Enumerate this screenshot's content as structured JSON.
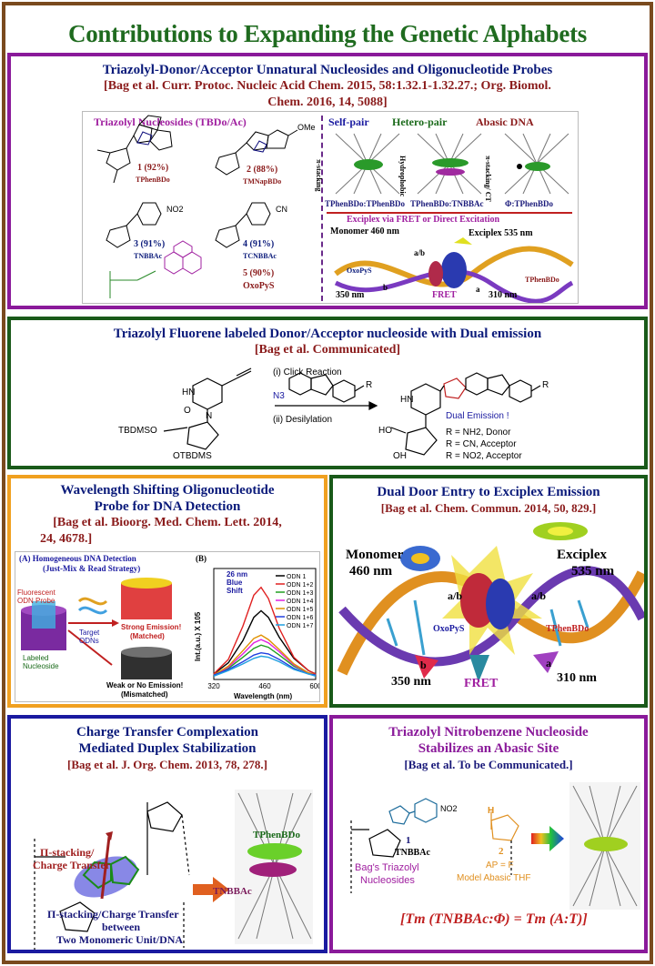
{
  "title": "Contributions to Expanding the Genetic Alphabets",
  "colors": {
    "frame": "#7a4a1e",
    "purple": "#8a1a9a",
    "green": "#1a5a1a",
    "orange": "#f0a020",
    "blue": "#1a1aa0",
    "title": "#1f6b1f"
  },
  "p1": {
    "heading": "Triazolyl-Donor/Acceptor Unnatural Nucleosides and Oligonucleotide Probes",
    "ref1": "[Bag et al. Curr. Protoc. Nucleic Acid Chem. 2015, 58:1.32.1-1.32.27.; Org. Biomol.",
    "ref2": "Chem. 2016, 14, 5088]",
    "left_title": "Triazolyl Nucleosides (TBDo/Ac)",
    "c1": "1 (92%)",
    "c1n": "TPhenBDo",
    "c2": "2 (88%)",
    "c2n": "TMNapBDo",
    "c3": "3 (91%)",
    "c3n": "TNBBAc",
    "c4": "4 (91%)",
    "c4n": "TCNBBAc",
    "c5": "5 (90%)",
    "c5n": "OxoPyS",
    "ome": "OMe",
    "no2": "NO2",
    "cn": "CN",
    "self_pair": "Self-pair",
    "hetero_pair": "Hetero-pair",
    "abasic": "Abasic DNA",
    "pi_stacking": "π-stacking",
    "hydrophobic": "Hydrophobic",
    "pi_ct": "π-stacking/ CT",
    "sp_label": "TPhenBDo:TPhenBDo",
    "hp_label": "TPhenBDo:TNBBAc",
    "ab_label": "Φ:TPhenBDo",
    "exciplex_title": "Exciplex via FRET or Direct Excitation",
    "monomer": "Monomer 460 nm",
    "exciplex": "Exciplex 535 nm",
    "nm350": "350 nm",
    "fret": "FRET",
    "nm310": "310 nm",
    "oxopys": "OxoPyS",
    "tphen": "TPhenBDo",
    "ab": "a/b",
    "a": "a",
    "b": "b"
  },
  "p2": {
    "heading": "Triazolyl Fluorene labeled Donor/Acceptor nucleoside with Dual emission",
    "ref": "[Bag et al. Communicated]",
    "click": "(i) Click Reaction",
    "desil": "(ii) Desilylation",
    "n3": "N3",
    "r": "R",
    "tbdmso": "TBDMSO",
    "otbdms": "OTBDMS",
    "hn": "HN",
    "o": "O",
    "n": "N",
    "ho": "HO",
    "oh": "OH",
    "dual": "Dual Emission !",
    "r1": "R = NH2, Donor",
    "r2": "R = CN, Acceptor",
    "r3": "R = NO2, Acceptor"
  },
  "p3": {
    "heading1": "Wavelength Shifting Oligonucleotide",
    "heading2": "Probe for DNA Detection",
    "ref1": "[Bag et al. Bioorg. Med. Chem. Lett. 2014,",
    "ref2": "24, 4678.]",
    "a_label": "(A) Homogeneous DNA Detection",
    "a_sub": "(Just-Mix & Read Strategy)",
    "b_label": "(B)",
    "probe": "Fluorescent ODN Probe",
    "target": "Target ODNs",
    "labeled": "Labeled Nucleoside",
    "strong": "Strong Emission!",
    "matched": "(Matched)",
    "weak": "Weak or No Emission!",
    "mismatched": "(Mismatched)",
    "shift": "26 nm Blue Shift",
    "ylabel": "Int.(a.u.) X 105",
    "xlabel": "Wavelength (nm)"
  },
  "chart_data": {
    "type": "line",
    "xlabel": "Wavelength (nm)",
    "ylabel": "Int.(a.u.) X 105",
    "x_ticks": [
      320,
      460,
      600
    ],
    "xlim": [
      320,
      600
    ],
    "ylim": [
      0,
      10
    ],
    "x": [
      320,
      360,
      400,
      430,
      450,
      470,
      500,
      540,
      580,
      600
    ],
    "series": [
      {
        "name": "ODN 1",
        "color": "#000000",
        "values": [
          0.5,
          1.5,
          3.5,
          5.6,
          6.2,
          5.6,
          3.8,
          1.9,
          0.8,
          0.5
        ]
      },
      {
        "name": "ODN 1+2",
        "color": "#e02020",
        "values": [
          0.5,
          1.8,
          4.8,
          7.6,
          8.3,
          7.3,
          4.6,
          2.0,
          0.8,
          0.5
        ]
      },
      {
        "name": "ODN 1+3",
        "color": "#20a020",
        "values": [
          0.4,
          1.0,
          2.0,
          2.8,
          3.1,
          2.9,
          2.2,
          1.2,
          0.6,
          0.4
        ]
      },
      {
        "name": "ODN 1+4",
        "color": "#e020e0",
        "values": [
          0.4,
          1.1,
          2.3,
          3.3,
          3.6,
          3.3,
          2.5,
          1.3,
          0.6,
          0.4
        ]
      },
      {
        "name": "ODN 1+5",
        "color": "#e09000",
        "values": [
          0.4,
          1.2,
          2.6,
          3.7,
          4.0,
          3.6,
          2.7,
          1.4,
          0.6,
          0.4
        ]
      },
      {
        "name": "ODN 1+6",
        "color": "#2040e0",
        "values": [
          0.4,
          0.9,
          1.6,
          2.2,
          2.4,
          2.3,
          1.8,
          1.0,
          0.5,
          0.4
        ]
      },
      {
        "name": "ODN 1+7",
        "color": "#20a0e0",
        "values": [
          0.3,
          0.8,
          1.4,
          1.9,
          2.1,
          2.0,
          1.6,
          0.9,
          0.5,
          0.3
        ]
      }
    ]
  },
  "p4": {
    "heading": "Dual Door Entry to Exciplex Emission",
    "ref": "[Bag et al. Chem. Commun. 2014, 50, 829.]",
    "monomer": "Monomer",
    "mnm": "460 nm",
    "exciplex": "Exciplex",
    "enm": "535 nm",
    "ab1": "a/b",
    "ab2": "a/b",
    "oxopys": "OxoPyS",
    "tphen": "TPhenBDo",
    "b": "b",
    "a": "a",
    "nm350": "350 nm",
    "fret": "FRET",
    "nm310": "310 nm"
  },
  "p5": {
    "heading1": "Charge Transfer Complexation",
    "heading2": "Mediated Duplex Stabilization",
    "ref": "[Bag et al. J. Org. Chem. 2013, 78, 278.]",
    "pi1": "Π-stacking/",
    "pi2": "Charge Transfer",
    "bottom1": "Π-stacking/Charge Transfer",
    "bottom2": "between",
    "bottom3": "Two Monomeric Unit/DNA",
    "tphen": "TPhenBDo",
    "tnb": "TNBBAc"
  },
  "p6": {
    "heading1": "Triazolyl Nitrobenzene Nucleoside",
    "heading2": "Stabilizes an Abasic Site",
    "ref": "[Bag et al. To be Communicated.]",
    "no2": "NO2",
    "n1": "1",
    "tnb": "TNBBAc",
    "n2": "2",
    "ap": "AP = F",
    "thf": "Model Abasic THF",
    "bag1": "Bag's Triazolyl",
    "bag2": "Nucleosides",
    "h": "H",
    "tm": "[Tm (TNBBAc:Φ) = Tm (A:T)]"
  }
}
